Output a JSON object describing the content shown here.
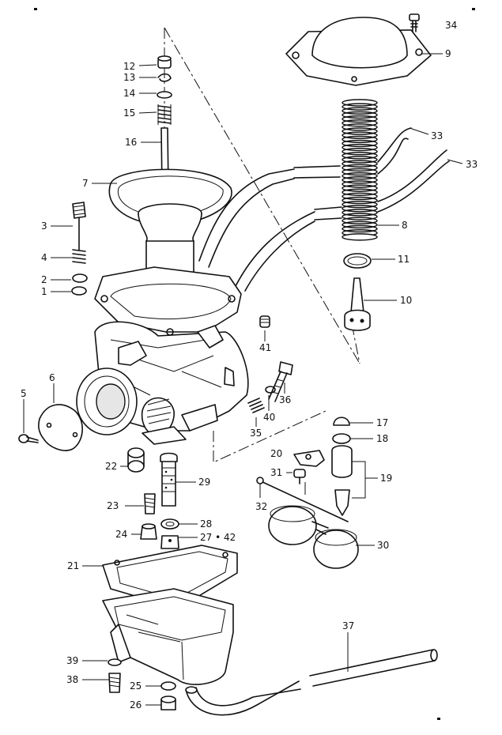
{
  "diagram": {
    "callouts": [
      {
        "id": "c12",
        "text": "12"
      },
      {
        "id": "c13",
        "text": "13"
      },
      {
        "id": "c14",
        "text": "14"
      },
      {
        "id": "c15",
        "text": "15"
      },
      {
        "id": "c16",
        "text": "16"
      },
      {
        "id": "c7",
        "text": "7"
      },
      {
        "id": "c3",
        "text": "3"
      },
      {
        "id": "c4",
        "text": "4"
      },
      {
        "id": "c2",
        "text": "2"
      },
      {
        "id": "c1",
        "text": "1"
      },
      {
        "id": "c6",
        "text": "6"
      },
      {
        "id": "c5",
        "text": "5"
      },
      {
        "id": "c34",
        "text": "34"
      },
      {
        "id": "c9",
        "text": "9"
      },
      {
        "id": "c33a",
        "text": "33"
      },
      {
        "id": "c33b",
        "text": "33"
      },
      {
        "id": "c8",
        "text": "8"
      },
      {
        "id": "c11",
        "text": "11"
      },
      {
        "id": "c10",
        "text": "10"
      },
      {
        "id": "c41",
        "text": "41"
      },
      {
        "id": "c36",
        "text": "36"
      },
      {
        "id": "c40",
        "text": "40"
      },
      {
        "id": "c35",
        "text": "35"
      },
      {
        "id": "c17",
        "text": "17"
      },
      {
        "id": "c18",
        "text": "18"
      },
      {
        "id": "c20",
        "text": "20"
      },
      {
        "id": "c31",
        "text": "31"
      },
      {
        "id": "c19",
        "text": "19"
      },
      {
        "id": "c32",
        "text": "32"
      },
      {
        "id": "c22",
        "text": "22"
      },
      {
        "id": "c29",
        "text": "29"
      },
      {
        "id": "c23",
        "text": "23"
      },
      {
        "id": "c28",
        "text": "28"
      },
      {
        "id": "c24",
        "text": "24"
      },
      {
        "id": "c2742",
        "text": "27 • 42"
      },
      {
        "id": "c30",
        "text": "30"
      },
      {
        "id": "c21",
        "text": "21"
      },
      {
        "id": "c37",
        "text": "37"
      },
      {
        "id": "c39",
        "text": "39"
      },
      {
        "id": "c38",
        "text": "38"
      },
      {
        "id": "c25",
        "text": "25"
      },
      {
        "id": "c26",
        "text": "26"
      }
    ]
  }
}
